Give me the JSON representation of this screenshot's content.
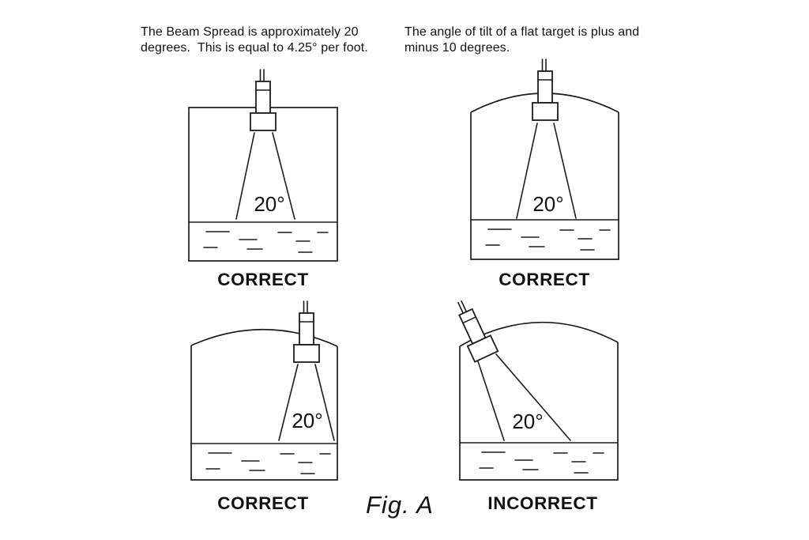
{
  "figure": {
    "captions": {
      "left": "The Beam Spread is approximately 20\ndegrees.  This is equal to 4.25° per foot.",
      "right": "The angle of tilt of a flat target is plus and\nminus 10 degrees."
    },
    "fig_label": "Fig. A",
    "panels": [
      {
        "position": "top-left",
        "verdict": "CORRECT",
        "angle_label": "20°"
      },
      {
        "position": "top-right",
        "verdict": "CORRECT",
        "angle_label": "20°"
      },
      {
        "position": "bottom-left",
        "verdict": "CORRECT",
        "angle_label": "20°"
      },
      {
        "position": "bottom-right",
        "verdict": "INCORRECT",
        "angle_label": "20°"
      }
    ],
    "colors": {
      "line": "#1c1c1c",
      "background": "#ffffff"
    }
  }
}
